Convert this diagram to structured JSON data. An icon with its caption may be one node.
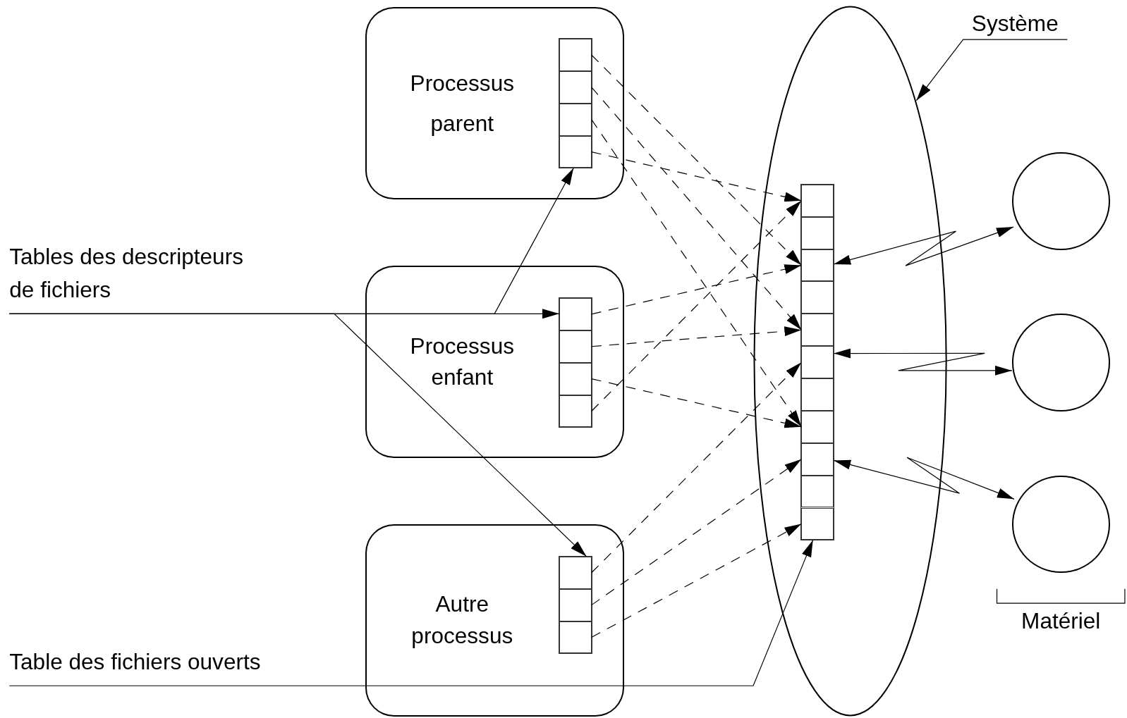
{
  "diagram": {
    "nodes": [
      {
        "text": [
          "Processus parent"
        ]
      },
      {
        "text": [],
        "shape": "table",
        "in": 0
      },
      {
        "text": [],
        "shape": "box",
        "in": 1
      },
      {
        "text": [],
        "shape": "box",
        "in": 1
      },
      {
        "text": [],
        "shape": "box",
        "in": 1
      },
      {
        "text": [],
        "shape": "box",
        "in": 1
      },
      {
        "text": [
          "Processus enfant"
        ]
      },
      {
        "text": [],
        "shape": "table",
        "in": 6
      },
      {
        "text": [],
        "shape": "box",
        "in": 7
      },
      {
        "text": [],
        "shape": "box",
        "in": 7
      },
      {
        "text": [],
        "shape": "box",
        "in": 7
      },
      {
        "text": [],
        "shape": "box",
        "in": 7
      },
      {
        "text": [
          "Autre processus"
        ]
      },
      {
        "text": [],
        "shape": "table",
        "in": 12
      },
      {
        "text": [],
        "shape": "box",
        "in": 13
      },
      {
        "text": [],
        "shape": "box",
        "in": 13
      },
      {
        "text": [],
        "shape": "box",
        "in": 13
      },
      {
        "text": [],
        "shape": "ellipse"
      },
      {
        "text": [],
        "shape": "table",
        "in": 17
      },
      {
        "text": [],
        "shape": "box",
        "in": 18
      },
      {
        "text": [],
        "shape": "box",
        "in": 18
      },
      {
        "text": [],
        "shape": "box",
        "in": 18
      },
      {
        "text": [],
        "shape": "box",
        "in": 18
      },
      {
        "text": [],
        "shape": "box",
        "in": 18
      },
      {
        "text": [],
        "shape": "box",
        "in": 18
      },
      {
        "text": [],
        "shape": "box",
        "in": 18
      },
      {
        "text": [],
        "shape": "box",
        "in": 18
      },
      {
        "text": [],
        "shape": "box",
        "in": 18
      },
      {
        "text": [],
        "shape": "box",
        "in": 18
      },
      {
        "text": [],
        "shape": "box",
        "in": 18
      },
      {
        "text": [
          "Système"
        ]
      },
      {
        "text": [
          "Tables des descripteurs de fichiers"
        ]
      },
      {
        "text": [
          "Table des fichiers ouverts"
        ]
      },
      {
        "text": [],
        "shape": "circle"
      },
      {
        "text": [],
        "shape": "circle"
      },
      {
        "text": [],
        "shape": "circle"
      }
    ],
    "edges": [
      {
        "from": 2,
        "to": 21,
        "arrow": "to",
        "style": "dashed"
      },
      {
        "from": 3,
        "to": 23,
        "arrow": "to",
        "style": "dashed"
      },
      {
        "from": 4,
        "to": 26,
        "arrow": "to",
        "style": "dashed"
      },
      {
        "from": 5,
        "to": 19,
        "arrow": "to",
        "style": "dashed"
      },
      {
        "from": 8,
        "to": 21,
        "arrow": "to",
        "style": "dashed"
      },
      {
        "from": 9,
        "to": 23,
        "arrow": "to",
        "style": "dashed"
      },
      {
        "from": 10,
        "to": 26,
        "arrow": "to",
        "style": "dashed"
      },
      {
        "from": 11,
        "to": 19,
        "arrow": "to",
        "style": "dashed"
      },
      {
        "from": 14,
        "to": 24,
        "arrow": "to",
        "style": "dashed"
      },
      {
        "from": 15,
        "to": 27,
        "arrow": "to",
        "style": "dashed"
      },
      {
        "from": 16,
        "to": 29,
        "arrow": "to",
        "style": "dashed"
      },
      {
        "from": 31,
        "to": 7,
        "arrow": "to"
      },
      {
        "from": 31,
        "to": 1,
        "arrow": "to"
      },
      {
        "from": 31,
        "to": 13,
        "arrow": "to"
      },
      {
        "from": 32,
        "to": 18,
        "arrow": "to"
      },
      {
        "from": 30,
        "to": 17,
        "arrow": "to"
      },
      {
        "from": 18,
        "to": 33,
        "arrow": "both"
      },
      {
        "from": 18,
        "to": 34,
        "arrow": "both"
      },
      {
        "from": 18,
        "to": 35,
        "arrow": "both"
      }
    ],
    "labels": [
      "Matériel"
    ]
  }
}
